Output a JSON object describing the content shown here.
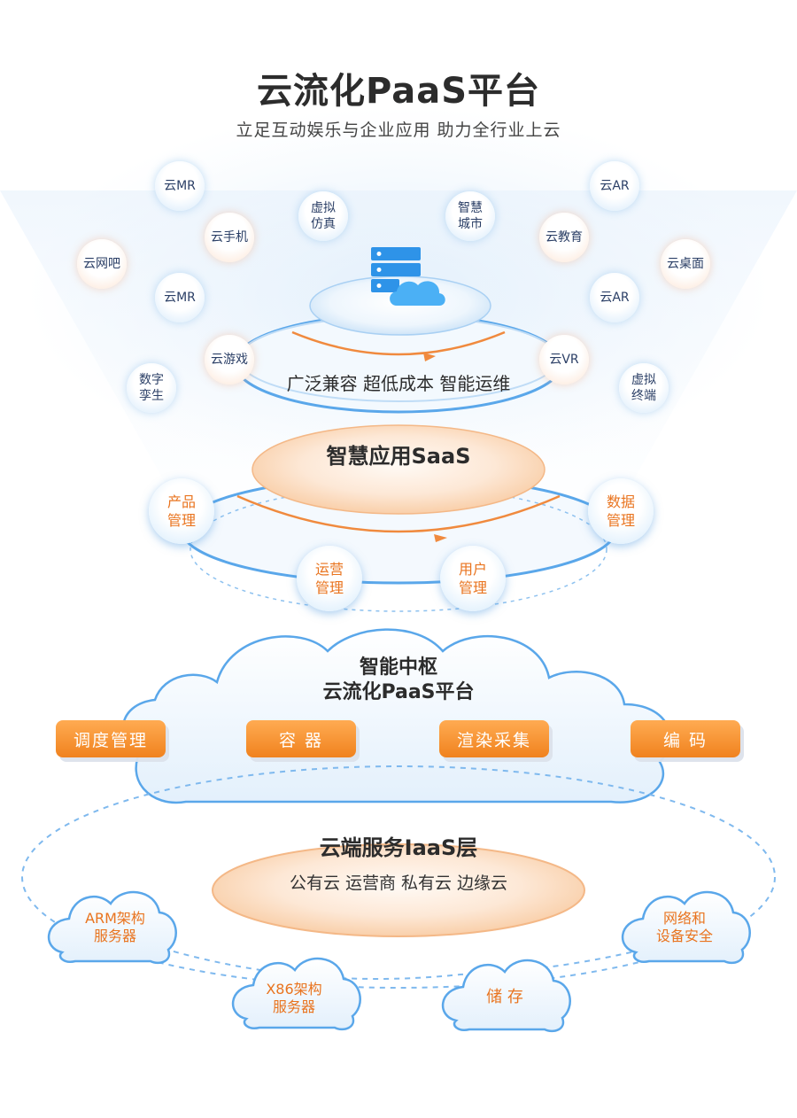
{
  "header": {
    "title": "云流化PaaS平台",
    "subtitle": "立足互动娱乐与企业应用 助力全行业上云"
  },
  "top_layer": {
    "apps": [
      {
        "id": "a1",
        "lines": [
          "云MR"
        ],
        "tone": "blue"
      },
      {
        "id": "a2",
        "lines": [
          "虚拟",
          "仿真"
        ],
        "tone": "blue"
      },
      {
        "id": "a3",
        "lines": [
          "智慧",
          "城市"
        ],
        "tone": "blue"
      },
      {
        "id": "a4",
        "lines": [
          "云AR"
        ],
        "tone": "blue"
      },
      {
        "id": "a5",
        "lines": [
          "云手机"
        ],
        "tone": "orange"
      },
      {
        "id": "a6",
        "lines": [
          "云教育"
        ],
        "tone": "orange"
      },
      {
        "id": "a7",
        "lines": [
          "云网吧"
        ],
        "tone": "orange"
      },
      {
        "id": "a8",
        "lines": [
          "云桌面"
        ],
        "tone": "orange"
      },
      {
        "id": "a9",
        "lines": [
          "云MR"
        ],
        "tone": "blue"
      },
      {
        "id": "a10",
        "lines": [
          "云AR"
        ],
        "tone": "blue"
      },
      {
        "id": "a11",
        "lines": [
          "云游戏"
        ],
        "tone": "orange"
      },
      {
        "id": "a12",
        "lines": [
          "云VR"
        ],
        "tone": "orange"
      },
      {
        "id": "a13",
        "lines": [
          "数字",
          "孪生"
        ],
        "tone": "blue"
      },
      {
        "id": "a14",
        "lines": [
          "虚拟",
          "终端"
        ],
        "tone": "blue"
      }
    ],
    "features": "广泛兼容  超低成本  智能运维"
  },
  "saas_layer": {
    "title": "智慧应用SaaS",
    "modules": [
      {
        "id": "m1",
        "lines": [
          "产品",
          "管理"
        ]
      },
      {
        "id": "m2",
        "lines": [
          "数据",
          "管理"
        ]
      },
      {
        "id": "m3",
        "lines": [
          "运营",
          "管理"
        ]
      },
      {
        "id": "m4",
        "lines": [
          "用户",
          "管理"
        ]
      }
    ]
  },
  "paas_layer": {
    "title_line1": "智能中枢",
    "title_line2": "云流化PaaS平台",
    "components": [
      "调度管理",
      "容  器",
      "渲染采集",
      "编  码"
    ]
  },
  "iaas_layer": {
    "title": "云端服务IaaS层",
    "clouds": "公有云  运营商 私有云  边缘云",
    "resources": [
      {
        "id": "r1",
        "lines": [
          "ARM架构",
          "服务器"
        ]
      },
      {
        "id": "r2",
        "lines": [
          "X86架构",
          "服务器"
        ]
      },
      {
        "id": "r3",
        "lines": [
          "储 存"
        ]
      },
      {
        "id": "r4",
        "lines": [
          "网络和",
          "设备安全"
        ]
      }
    ]
  },
  "colors": {
    "accent_orange": "#f0821e",
    "accent_blue": "#4a9fe8",
    "text_dark": "#2c2c2c",
    "module_text": "#e9741f"
  },
  "icons": [
    "server-cloud-icon"
  ]
}
